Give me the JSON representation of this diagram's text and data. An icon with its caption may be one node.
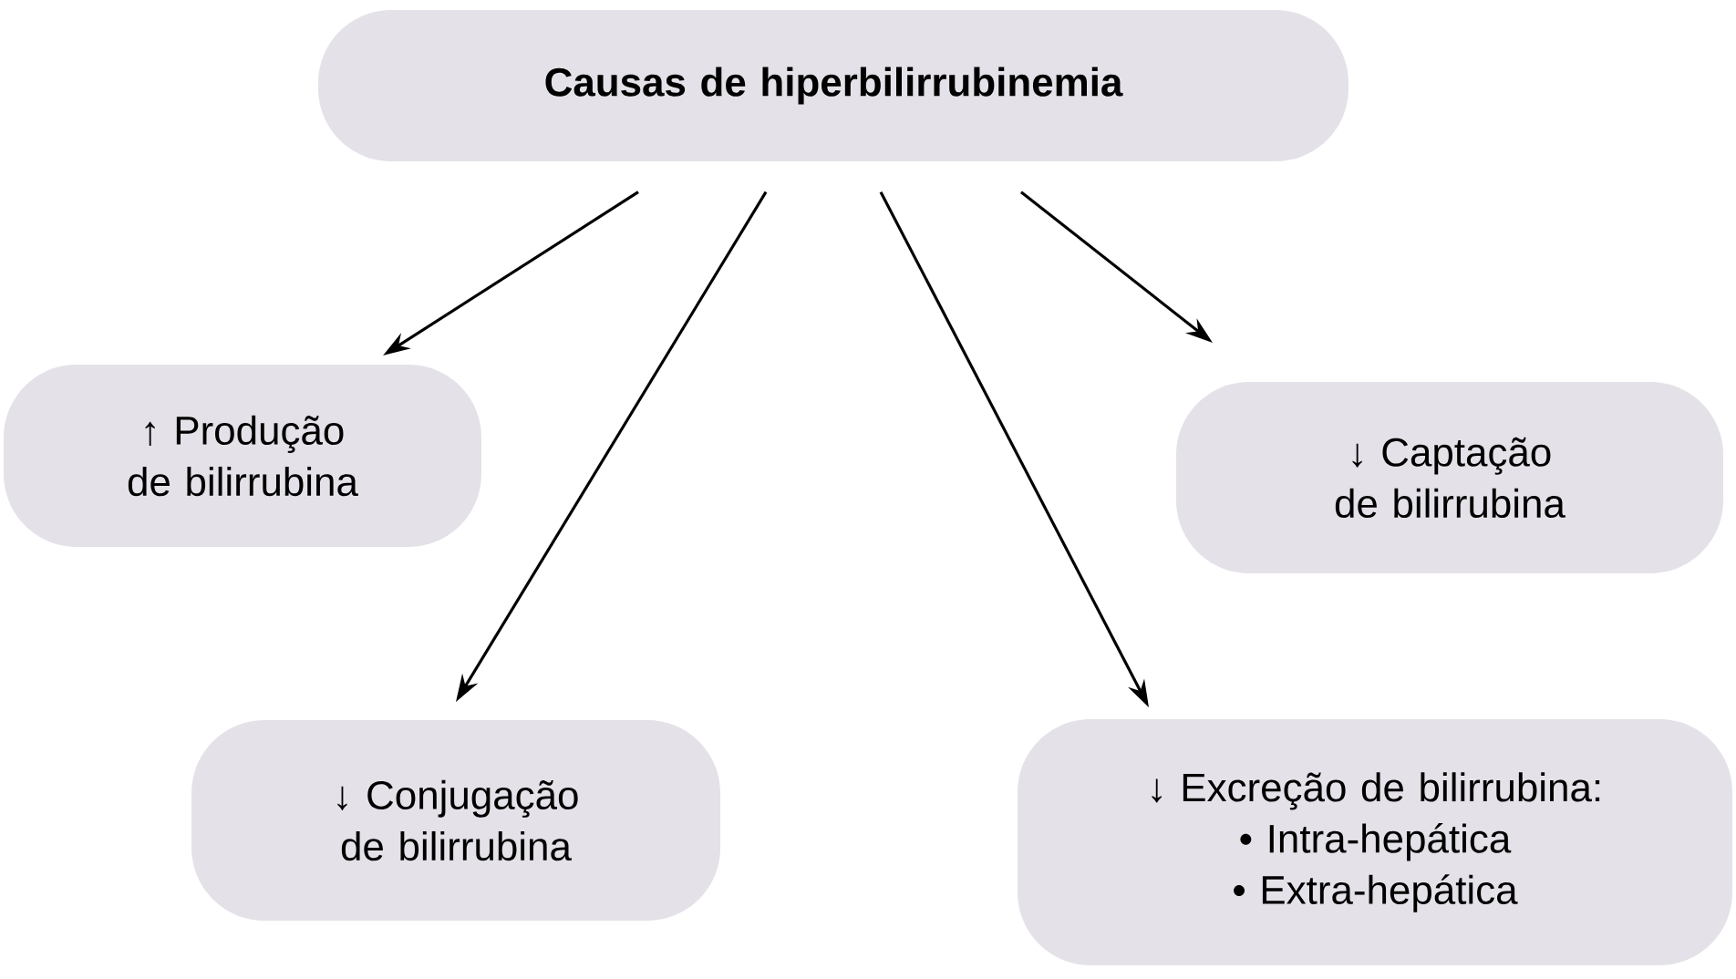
{
  "diagram": {
    "nodes": [
      {
        "text": [
          "Causas de hiperbilirrubinemia"
        ]
      },
      {
        "text": [
          "↑ Produção de bilirrubina"
        ]
      },
      {
        "text": [
          "↓ Captação de bilirrubina"
        ]
      },
      {
        "text": [
          "↓ Conjugação de bilirrubina"
        ]
      },
      {
        "text": [
          "↓ Excreção de bilirrubina:",
          "• Intra-hepática",
          "• Extra-hepática"
        ]
      }
    ],
    "edges": [
      {
        "from": 0,
        "to": 1,
        "arrow": "to"
      },
      {
        "from": 0,
        "to": 3,
        "arrow": "to"
      },
      {
        "from": 0,
        "to": 4,
        "arrow": "to"
      },
      {
        "from": 0,
        "to": 2,
        "arrow": "to"
      }
    ]
  }
}
